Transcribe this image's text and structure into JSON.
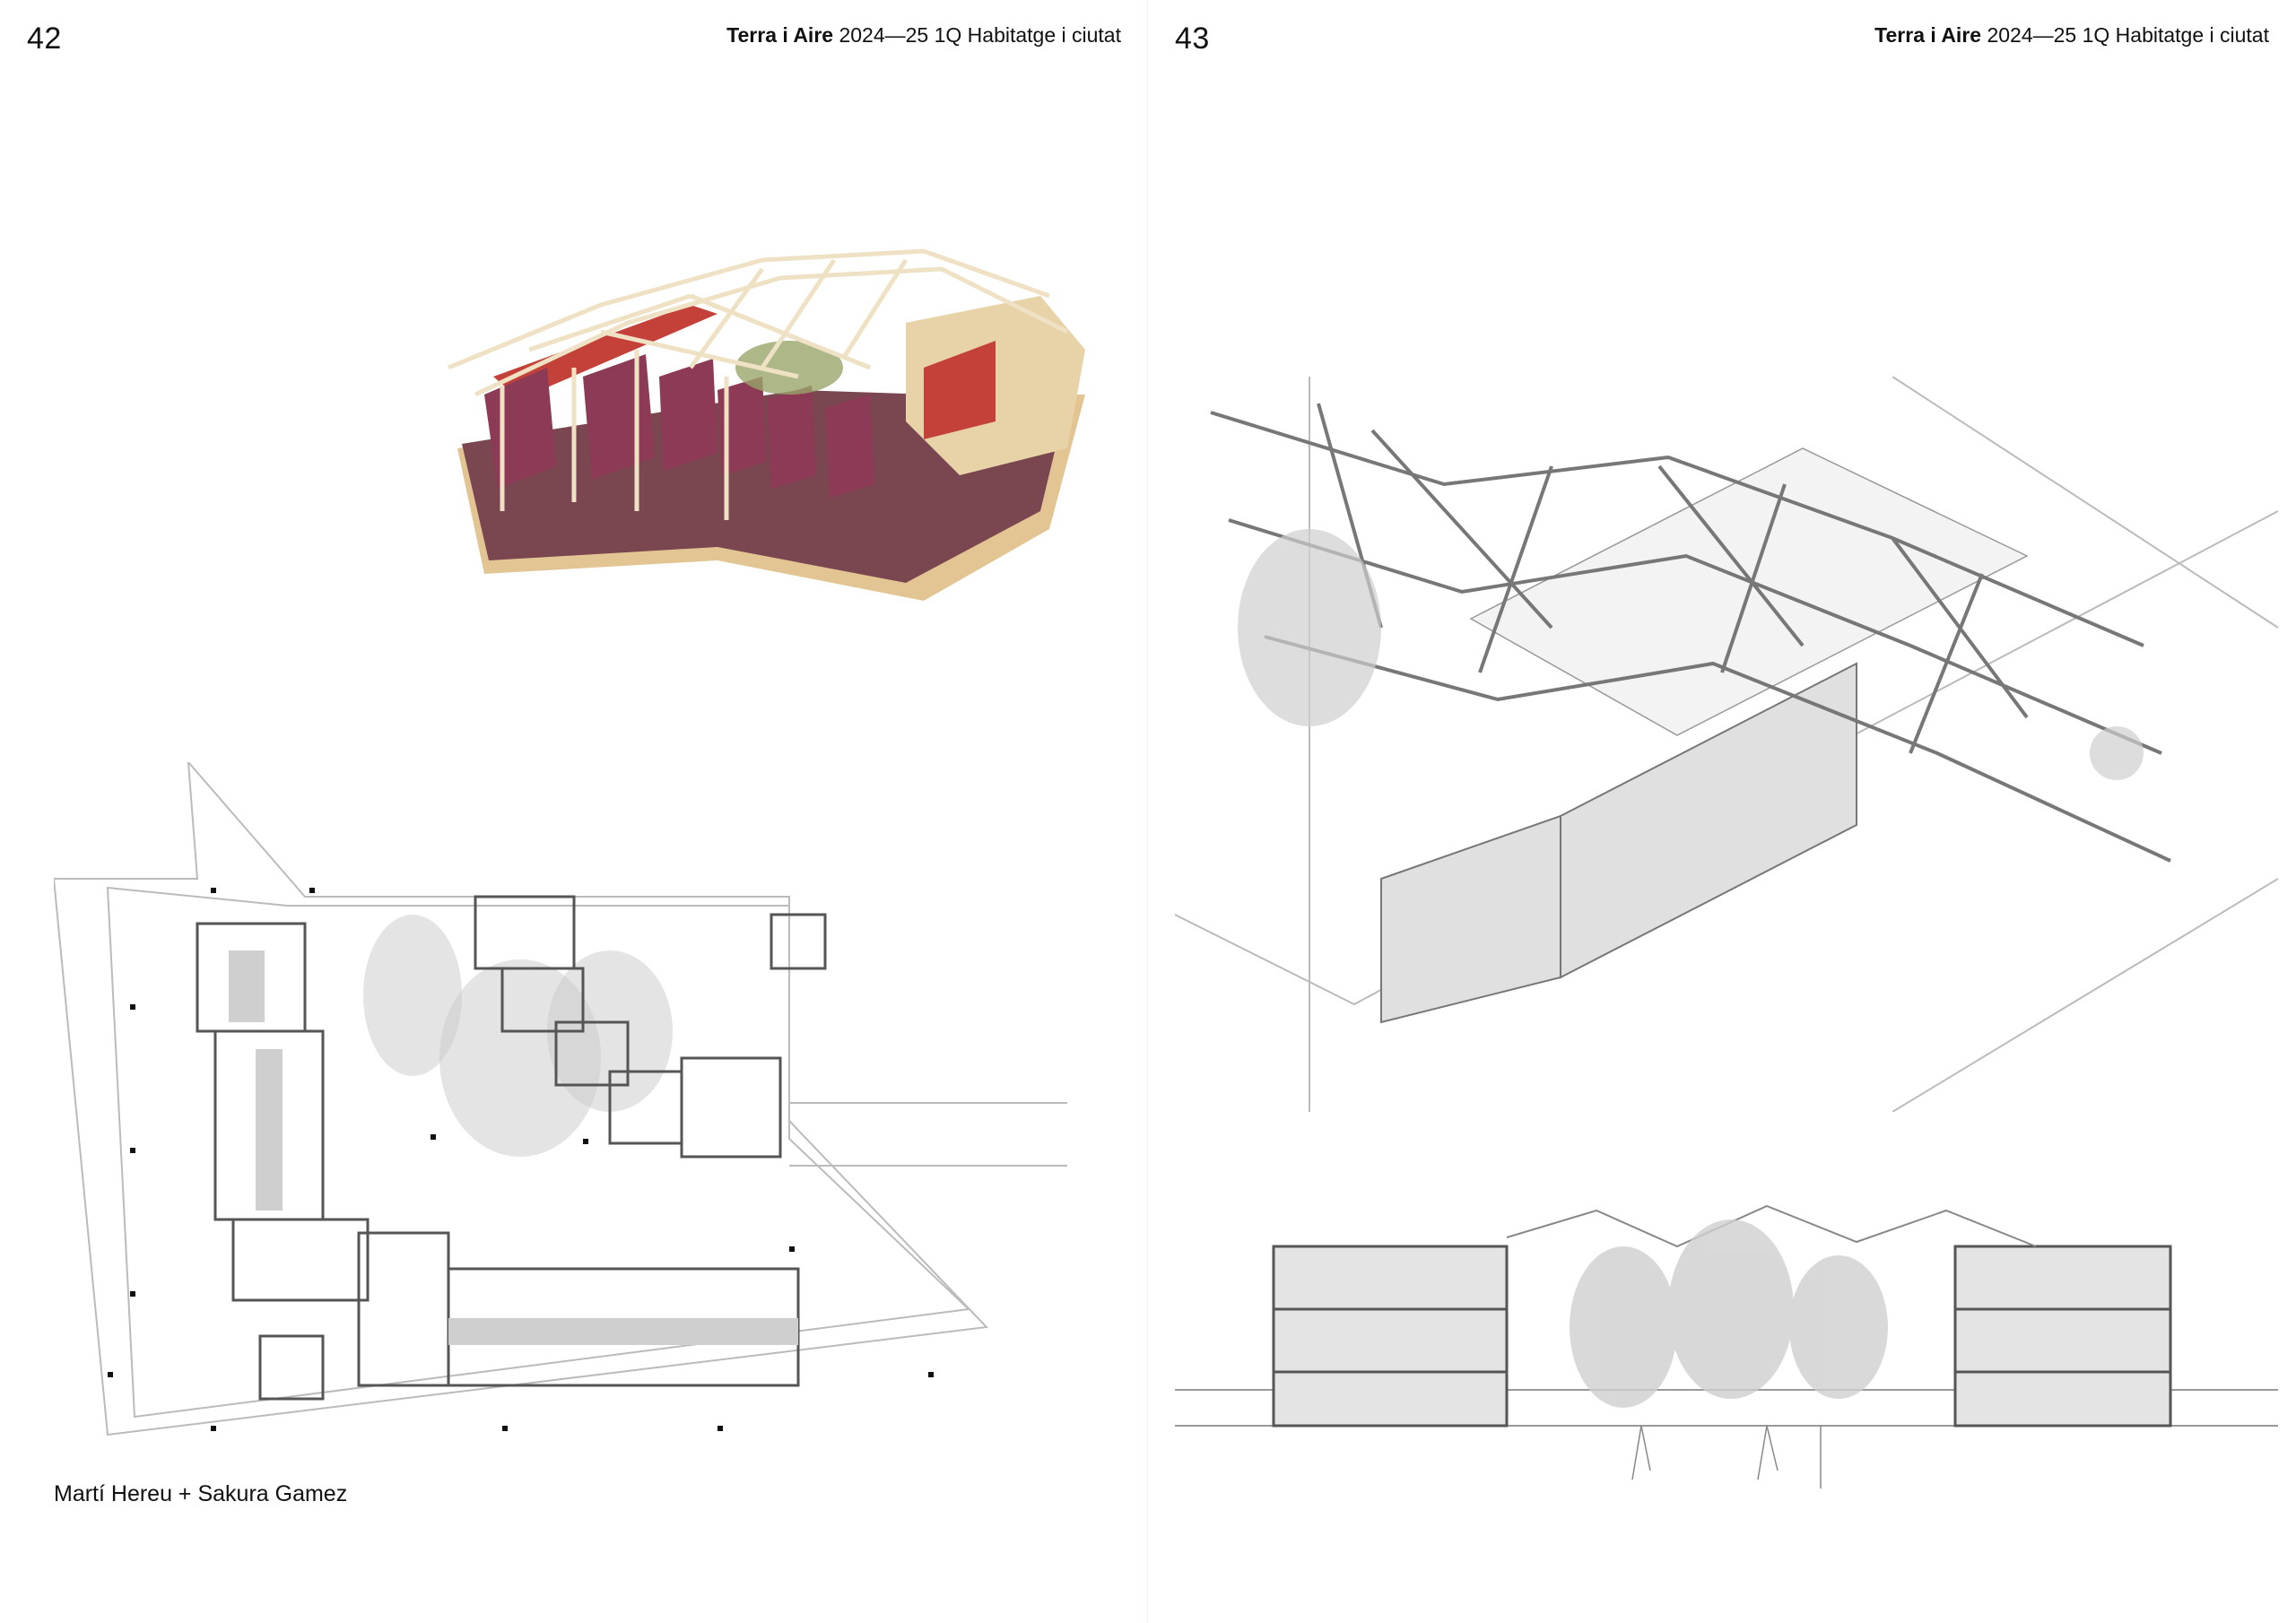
{
  "left_page": {
    "page_number": "42",
    "running_head": {
      "project": "Terra i Aire",
      "course": "2024—25 1Q Habitatge i ciutat"
    },
    "caption": "Martí Hereu + Sakura Gamez"
  },
  "right_page": {
    "page_number": "43",
    "running_head": {
      "project": "Terra i Aire",
      "course": "2024—25 1Q Habitatge i ciutat"
    }
  },
  "colors": {
    "model_wall": "#8c3a55",
    "model_floor": "#7a4650",
    "model_red": "#c4413a",
    "model_wood": "#e8d2a8",
    "line": "#555555",
    "light_line": "#bbbbbb"
  }
}
